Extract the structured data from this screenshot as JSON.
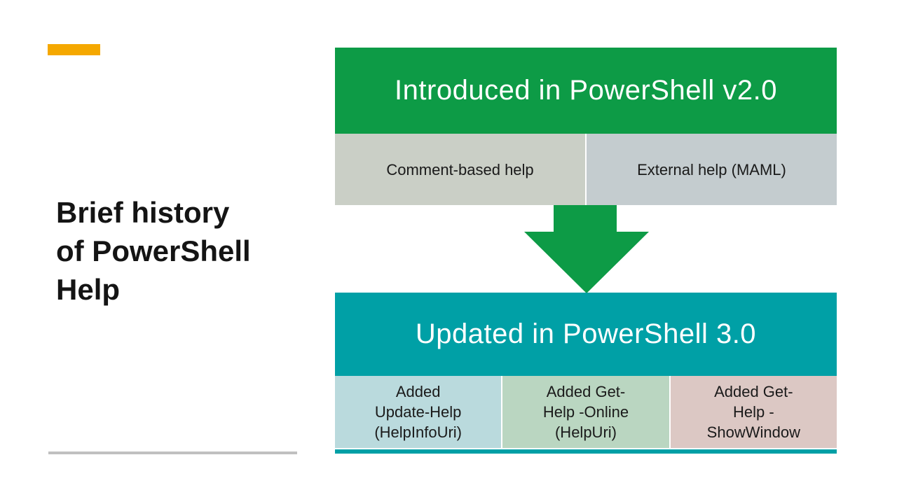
{
  "slide": {
    "title_lines": [
      "Brief history",
      "of PowerShell",
      "Help"
    ],
    "accent_bar_color": "#f5a800",
    "footer_rule_color": "#c0c0c0",
    "background_color": "#ffffff"
  },
  "diagram": {
    "top_section": {
      "header_label": "Introduced in PowerShell v2.0",
      "header_color": "#0d9b46",
      "header_text_color": "#ffffff",
      "cells": [
        {
          "label": "Comment-based help",
          "bg": "#cacfc6"
        },
        {
          "label": "External help (MAML)",
          "bg": "#c4cccf"
        }
      ]
    },
    "arrow": {
      "direction": "down",
      "color": "#0d9b46"
    },
    "bottom_section": {
      "header_label": "Updated in PowerShell 3.0",
      "header_color": "#00a0a6",
      "header_text_color": "#ffffff",
      "cells": [
        {
          "lines": [
            "Added",
            "Update-Help",
            "(HelpInfoUri)"
          ],
          "bg": "#badadd"
        },
        {
          "lines": [
            "Added Get-",
            "Help -Online",
            "(HelpUri)"
          ],
          "bg": "#bad6c1"
        },
        {
          "lines": [
            "Added Get-",
            "Help -",
            "ShowWindow"
          ],
          "bg": "#dcc8c4"
        }
      ],
      "base_strip_color": "#00a0a6"
    }
  }
}
